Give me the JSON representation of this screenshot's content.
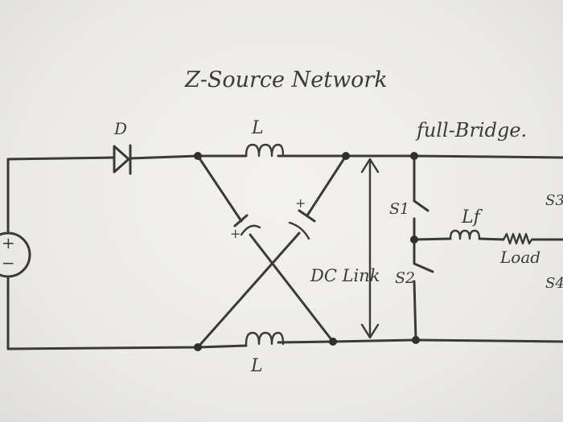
{
  "title": "Z-Source Network",
  "labels": {
    "diode": "D",
    "inductor_top": "L",
    "inductor_bottom": "L",
    "full_bridge": "full-Bridge.",
    "dc_link": "DC Link",
    "switch_1": "S1",
    "switch_2": "S2",
    "switch_3": "S3",
    "switch_4": "S4",
    "filter_inductor": "Lf",
    "load": "Load",
    "source_plus": "+",
    "source_minus": "−",
    "cap_top_left_polarity": "+",
    "cap_top_right_polarity": "+"
  }
}
